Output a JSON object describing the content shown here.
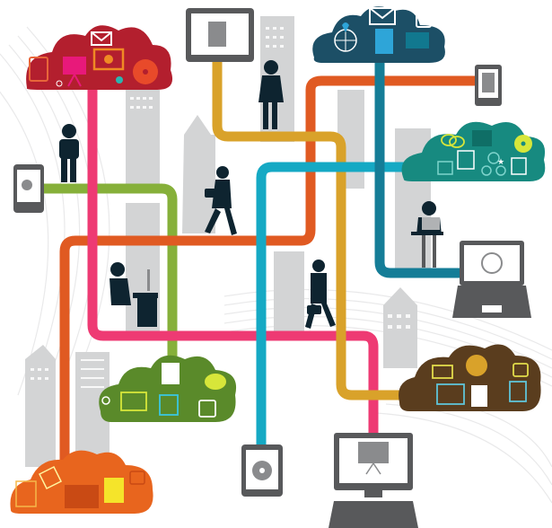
{
  "illustration": {
    "subject": "cloud computing network infographic",
    "colors": {
      "red_cloud": "#b31f2e",
      "navy_cloud": "#1c4f66",
      "teal_cloud": "#178a80",
      "green_cloud": "#5a8a2a",
      "brown_cloud": "#5a3d1e",
      "orange_cloud": "#e8651e",
      "pink_line": "#ee3a73",
      "gold_line": "#d9a22a",
      "orange_line": "#e05a22",
      "blue_line": "#15a9c4",
      "teal_line": "#157d97",
      "green_line": "#86b03a",
      "device_gray": "#58595b",
      "building_gray": "#d3d4d5",
      "person": "#0e2430"
    },
    "clouds": [
      {
        "name": "red",
        "icons": [
          "notebook",
          "presentation",
          "monitor-play",
          "envelope",
          "music-disc",
          "headphones",
          "arrow-up",
          "arrow-down",
          "plus"
        ]
      },
      {
        "name": "navy",
        "icons": [
          "globe-pin",
          "document",
          "envelope",
          "presentation",
          "contact-card",
          "music-note",
          "refresh"
        ]
      },
      {
        "name": "teal",
        "icons": [
          "chat-bubbles",
          "video-clapper",
          "music-disc",
          "photos",
          "network-people",
          "camera",
          "star",
          "notepad"
        ]
      },
      {
        "name": "green",
        "icons": [
          "document",
          "podcast",
          "newspaper",
          "address-book",
          "video-camera",
          "contact-card",
          "refresh",
          "music-note"
        ]
      },
      {
        "name": "brown",
        "icons": [
          "envelope",
          "film-reel",
          "star",
          "contact-card",
          "newspaper",
          "pie-document",
          "notepad",
          "arrow-down"
        ]
      },
      {
        "name": "orange",
        "icons": [
          "address-book",
          "envelope",
          "folder",
          "spreadsheet",
          "contact-card",
          "refresh",
          "arrow-down",
          "music-note"
        ]
      }
    ],
    "devices": [
      "tablet-document",
      "smartphone-video-chat",
      "tablet-contacts",
      "laptop-globe",
      "tablet-music",
      "desktop-presentation"
    ],
    "people": [
      "person-headphones",
      "woman-tablet",
      "woman-walking",
      "person-desk-computer",
      "man-walking-tablet",
      "person-laptop-stool"
    ]
  }
}
